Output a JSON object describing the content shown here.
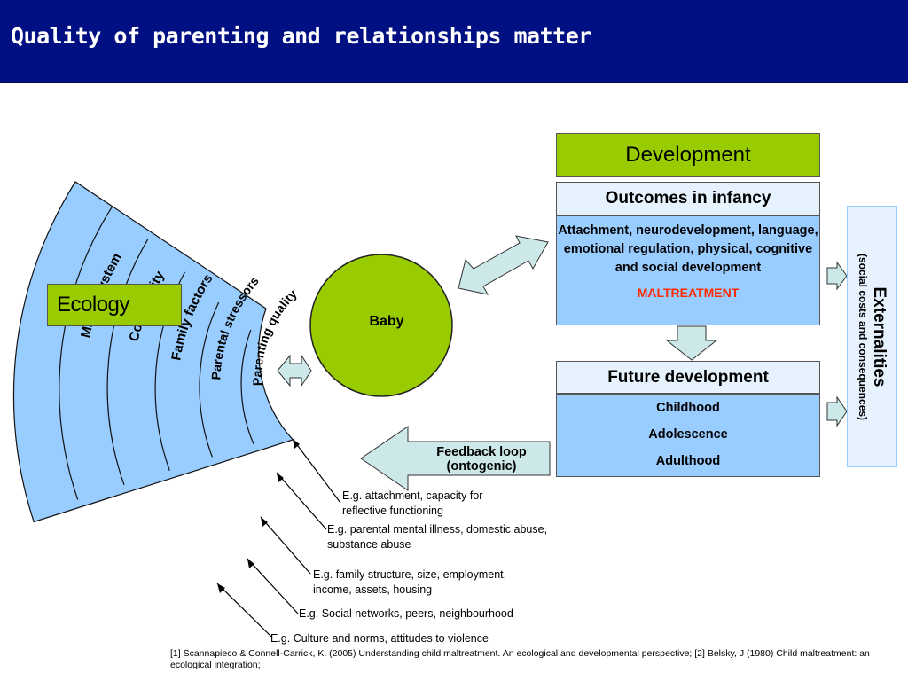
{
  "slide": {
    "title": "Quality of parenting and relationships matter"
  },
  "colors": {
    "title_bar": "#000f82",
    "green": "#99cc00",
    "light_blue": "#99ccff",
    "pale_blue": "#e6f3ff",
    "arrow_fill": "#cce8e8",
    "maltreatment_red": "#ff2a00"
  },
  "ecology": {
    "label": "Ecology",
    "rings": [
      "Macro system",
      "Community",
      "Family factors",
      "Parental stressors",
      "Parenting quality"
    ]
  },
  "baby": {
    "label": "Baby"
  },
  "feedback": {
    "line1": "Feedback loop",
    "line2": "(ontogenic)"
  },
  "development": {
    "title": "Development",
    "outcomes_header": "Outcomes in infancy",
    "outcomes_body": "Attachment, neurodevelopment, language, emotional regulation, physical, cognitive and social development",
    "maltreatment": "MALTREATMENT",
    "future_header": "Future development",
    "future_items": [
      "Childhood",
      "Adolescence",
      "Adulthood"
    ]
  },
  "externalities": {
    "title": "Externalities",
    "subtitle": "(social costs and consequences)"
  },
  "examples": [
    {
      "line1": "E.g. attachment, capacity for",
      "line2": "reflective functioning"
    },
    {
      "line1": "E.g. parental mental illness, domestic abuse,",
      "line2": "substance abuse"
    },
    {
      "line1": "E.g. family structure, size, employment,",
      "line2": "income, assets, housing"
    },
    {
      "line1": "E.g. Social networks, peers, neighbourhood",
      "line2": ""
    },
    {
      "line1": "E.g. Culture and norms, attitudes to violence",
      "line2": ""
    }
  ],
  "citation": "[1] Scannapieco & Connell-Carrick, K. (2005) Understanding child maltreatment.  An ecological and developmental perspective; [2] Belsky, J (1980) Child maltreatment: an ecological integration;"
}
